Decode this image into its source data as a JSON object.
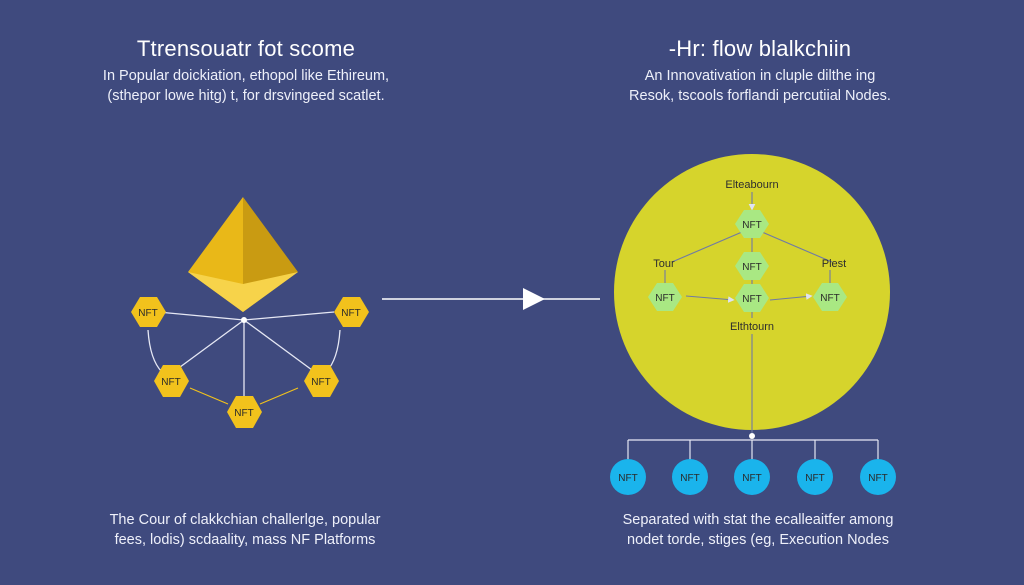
{
  "left_panel": {
    "title": "Ttrensouatr fot scome",
    "subtitle_lines": [
      "In Popular doickiation, ethopol like Ethireum,",
      "(sthepor lowe hitg) t, for drsvingeed scatlet."
    ],
    "bottom_lines": [
      "The Cour of clakkchian challerlge, popular",
      "fees, lodis) scdaality, mass NF Platforms"
    ]
  },
  "right_panel": {
    "title": "-Hr: flow blalkchiin",
    "subtitle_lines": [
      "An Innovativation in cluple dilthe ing",
      "Resok, tscools forflandi percutiial Nodes."
    ],
    "bottom_lines": [
      "Separated with stat the ecalleaitfer among",
      "nodet torde, stiges (eg, Execution Nodes"
    ]
  },
  "nft_label": "NFT",
  "circle_labels": {
    "top": "Elteabourn",
    "left": "Tour",
    "right": "Plest",
    "bottom": "Elthtourn"
  },
  "colors": {
    "background": "#3f4a7e",
    "gold": "#f2c21c",
    "circle": "#d6d42c",
    "green_node": "#a9e883",
    "blue_node": "#1ab4ec",
    "line": "#dfe3f2"
  }
}
